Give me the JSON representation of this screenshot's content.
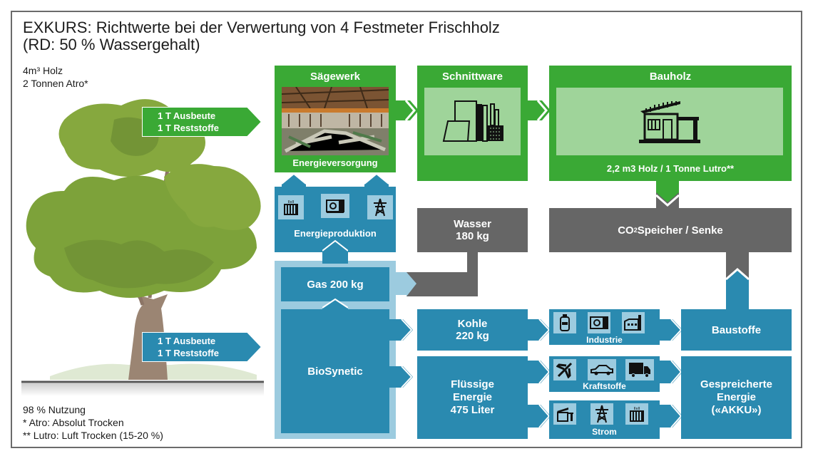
{
  "header": {
    "title_line1": "EXKURS: Richtwerte bei der Verwertung von 4 Festmeter Frischholz",
    "title_line2": "(RD: 50 % Wassergehalt)"
  },
  "source": {
    "volume": "4m³ Holz",
    "mass": "2 Tonnen Atro*"
  },
  "tree_outputs": {
    "upper": {
      "line1": "1 T Ausbeute",
      "line2": "1 T Reststoffe"
    },
    "lower": {
      "line1": "1 T Ausbeute",
      "line2": "1 T Reststoffe"
    }
  },
  "footnotes": {
    "usage": "98 % Nutzung",
    "atro": "*  Atro: Absolut Trocken",
    "lutro": "** Lutro: Luft Trocken (15-20 %)"
  },
  "wood_chain": {
    "saegewerk": {
      "title": "Sägewerk",
      "caption": "Energieversorgung",
      "image": "sawmill-photo"
    },
    "schnittware": {
      "title": "Schnittware",
      "icon": "lumber-icon"
    },
    "bauholz": {
      "title": "Bauholz",
      "icon": "house-icon",
      "caption": "2,2 m3 Holz / 1 Tonne Lutro**"
    }
  },
  "energy": {
    "label": "Energieproduktion",
    "icons": [
      "radiator-icon",
      "generator-icon",
      "power-pylon-icon"
    ]
  },
  "wasser": {
    "line1": "Wasser",
    "line2": "180 kg"
  },
  "co2": {
    "prefix": "CO",
    "sub": "2",
    "suffix": " Speicher / Senke"
  },
  "gas": {
    "label": "Gas 200 kg"
  },
  "biosynetic": {
    "label": "BioSynetic"
  },
  "kohle": {
    "line1": "Kohle",
    "line2": "220 kg"
  },
  "fluessig": {
    "line1": "Flüssige",
    "line2": "Energie",
    "line3": "475 Liter"
  },
  "industrie": {
    "label": "Industrie",
    "icons": [
      "gas-cylinder-icon",
      "generator-icon",
      "factory-icon"
    ]
  },
  "kraftstoffe": {
    "label": "Kraftstoffe",
    "icons": [
      "airplane-icon",
      "car-icon",
      "truck-icon"
    ]
  },
  "strom": {
    "label": "Strom",
    "icons": [
      "house-icon",
      "power-pylon-icon",
      "radiator-icon"
    ]
  },
  "baustoffe": {
    "label": "Baustoffe"
  },
  "akku": {
    "line1": "Gespreicherte",
    "line2": "Energie",
    "line3": "(«AKKU»)"
  },
  "colors": {
    "green": "#3aa935",
    "light_green": "#9fd49a",
    "blue": "#2a8ab0",
    "light_blue": "#9ccbdf",
    "gray": "#666666"
  }
}
